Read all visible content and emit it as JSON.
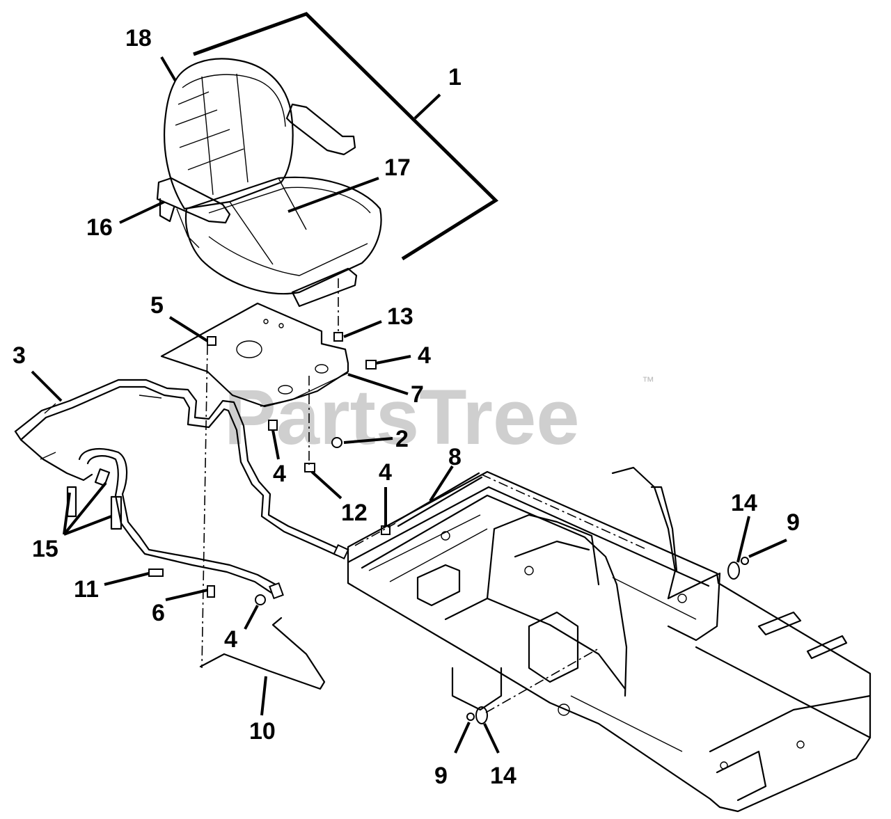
{
  "watermark": {
    "brand": "PartsTree",
    "trademark": "™"
  },
  "callouts": {
    "c1": "1",
    "c2": "2",
    "c3": "3",
    "c4a": "4",
    "c4b": "4",
    "c4c": "4",
    "c4d": "4",
    "c5": "5",
    "c6": "6",
    "c7": "7",
    "c8": "8",
    "c9a": "9",
    "c9b": "9",
    "c10": "10",
    "c11": "11",
    "c12": "12",
    "c13": "13",
    "c14a": "14",
    "c14b": "14",
    "c15": "15",
    "c16": "16",
    "c17": "17",
    "c18": "18"
  }
}
